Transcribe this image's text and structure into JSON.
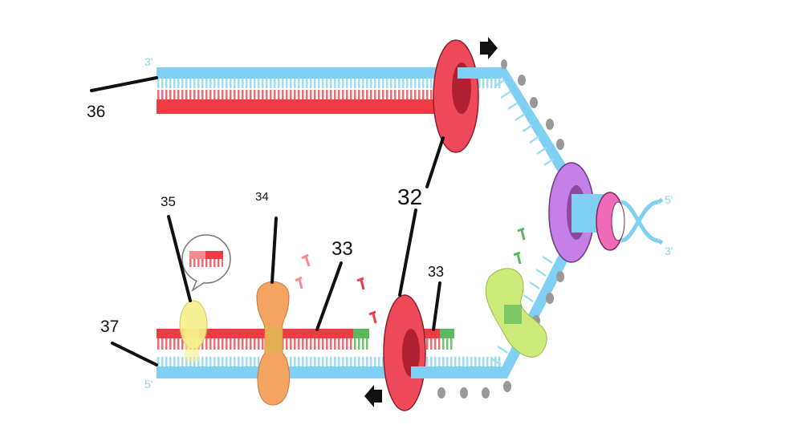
{
  "labels": {
    "l36": "36",
    "l37": "37",
    "l35": "35",
    "l34": "34",
    "l33a": "33",
    "l33b": "33",
    "l32": "32"
  },
  "ends": {
    "top_left": "3'",
    "bottom_left": "5'",
    "right_top": "5'",
    "right_bottom": "3'"
  },
  "colors": {
    "parent_strand": "#7fd0f3",
    "new_strand": "#ef3b43",
    "primer": "#5cb85c",
    "helicase_ring": "#ef4a5c",
    "topoisomerase": "#c77fe8",
    "clamp": "#f4a460",
    "ligase": "#f7f08a",
    "primase": "#cdeb7a"
  }
}
